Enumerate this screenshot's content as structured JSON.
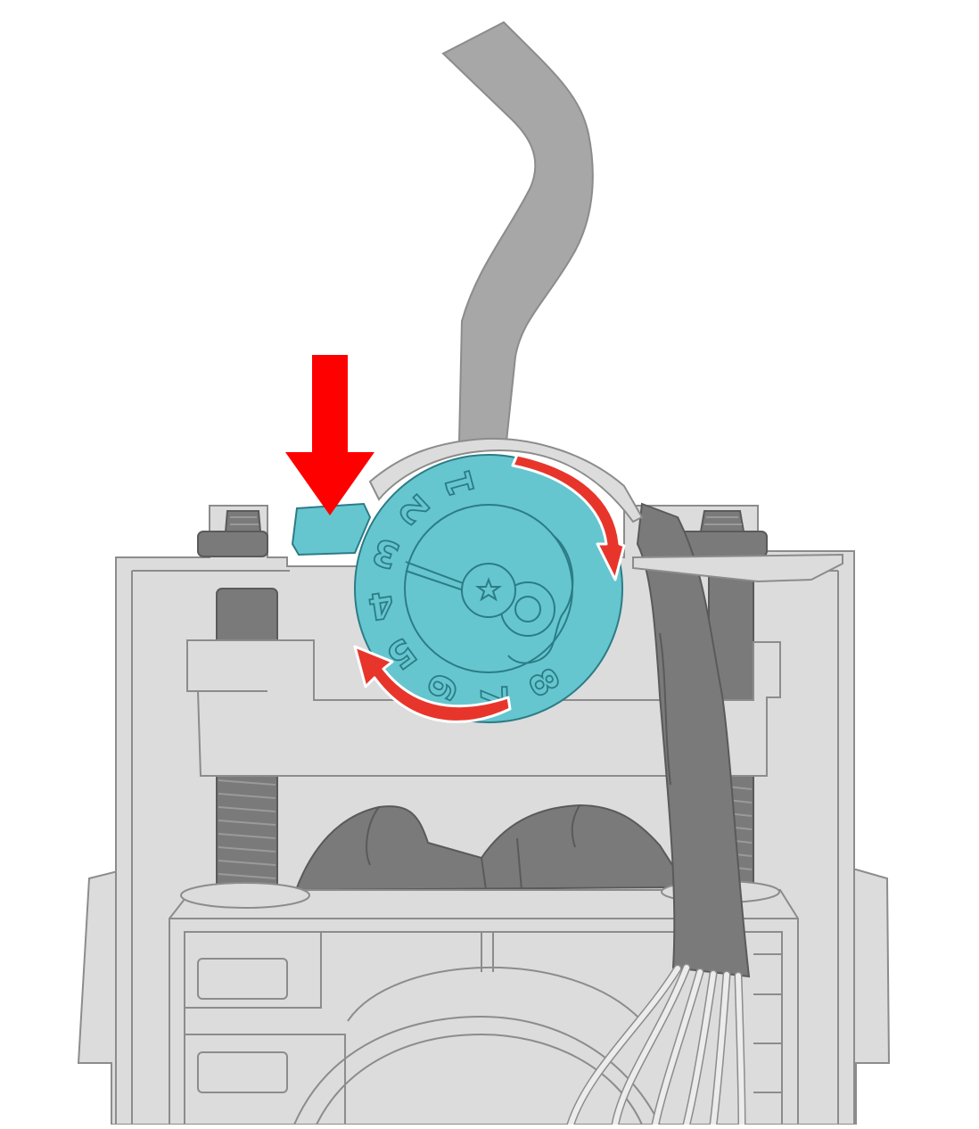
{
  "dial": {
    "numbers": [
      "1",
      "2",
      "3",
      "4",
      "5",
      "6",
      "7",
      "8"
    ]
  },
  "colors": {
    "dial_fill": "#65c6cf",
    "dial_stroke": "#2c7c86",
    "arrow_red": "#e8352b",
    "push_arrow": "#ff0000",
    "housing_light": "#dcdcdc",
    "housing_dark": "#7a7a7a",
    "outline": "#8c8c8c",
    "filament": "#a6a7a6"
  },
  "icons": {
    "push_arrow": "down-arrow-icon",
    "rotate_arrows": "rotate-arrow-icon",
    "center_screw": "star-screw-icon"
  }
}
